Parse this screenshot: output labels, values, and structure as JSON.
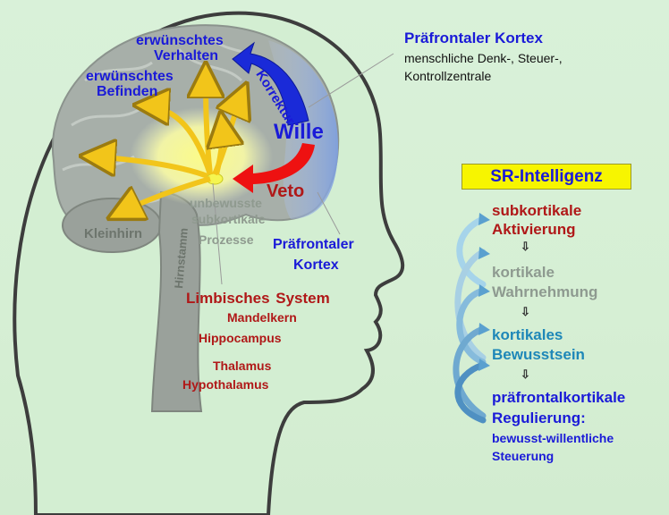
{
  "pfc_header": {
    "title": "Präfrontaler Kortex",
    "line1": "menschliche Denk-, Steuer-,",
    "line2": "Kontrollzentrale"
  },
  "brain_labels": {
    "desired_behavior_1": "erwünschtes",
    "desired_behavior_2": "Verhalten",
    "desired_wellbeing_1": "erwünschtes",
    "desired_wellbeing_2": "Befinden",
    "correction": "Korrektur",
    "will": "Wille",
    "veto": "Veto",
    "unconscious_1": "unbewusste",
    "unconscious_2": "subkortikale",
    "unconscious_3": "Prozesse",
    "cerebellum": "Kleinhirn",
    "brainstem": "Hirnstamm",
    "pfc_1": "Präfrontaler",
    "pfc_2": "Kortex"
  },
  "limbic": {
    "title": "Limbisches System",
    "item1": "Mandelkern",
    "item2": "Hippocampus",
    "item3": "Thalamus",
    "item4": "Hypothalamus"
  },
  "sr": {
    "title": "SR-Intelligenz",
    "step1_a": "subkortikale",
    "step1_b": "Aktivierung",
    "step2_a": "kortikale",
    "step2_b": "Wahrnehmung",
    "step3_a": "kortikales",
    "step3_b": "Bewusstsein",
    "step4_a": "präfrontalkortikale",
    "step4_b": "Regulierung:",
    "step4_c": "bewusst-willentliche",
    "step4_d": "Steuerung",
    "arrow_symbol": "⇩"
  },
  "colors": {
    "background": "#d6efd4",
    "blue_text": "#1a1ad8",
    "dark_red_text": "#b01818",
    "highlight_box": "#f7f500",
    "veto_arrow": "#ee1111",
    "will_arrow": "#1a2ad8",
    "yellow_arrows": "#f2c51a"
  }
}
